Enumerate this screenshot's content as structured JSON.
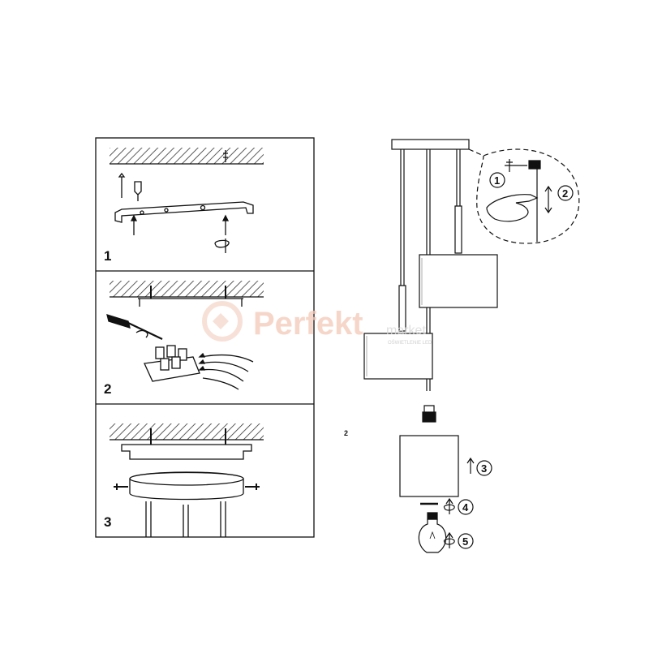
{
  "steps": [
    {
      "number": "1"
    },
    {
      "number": "2"
    },
    {
      "number": "3"
    }
  ],
  "assembly": {
    "label": "2",
    "callouts": [
      "1",
      "2",
      "3",
      "4",
      "5"
    ]
  },
  "watermark": {
    "brand": "Perfekt",
    "suffix": "market",
    "tagline": "OŚWIETLENIE LED"
  },
  "colors": {
    "line": "#111111",
    "hatch": "#333333",
    "watermark_brand": "#f3c9b8"
  }
}
